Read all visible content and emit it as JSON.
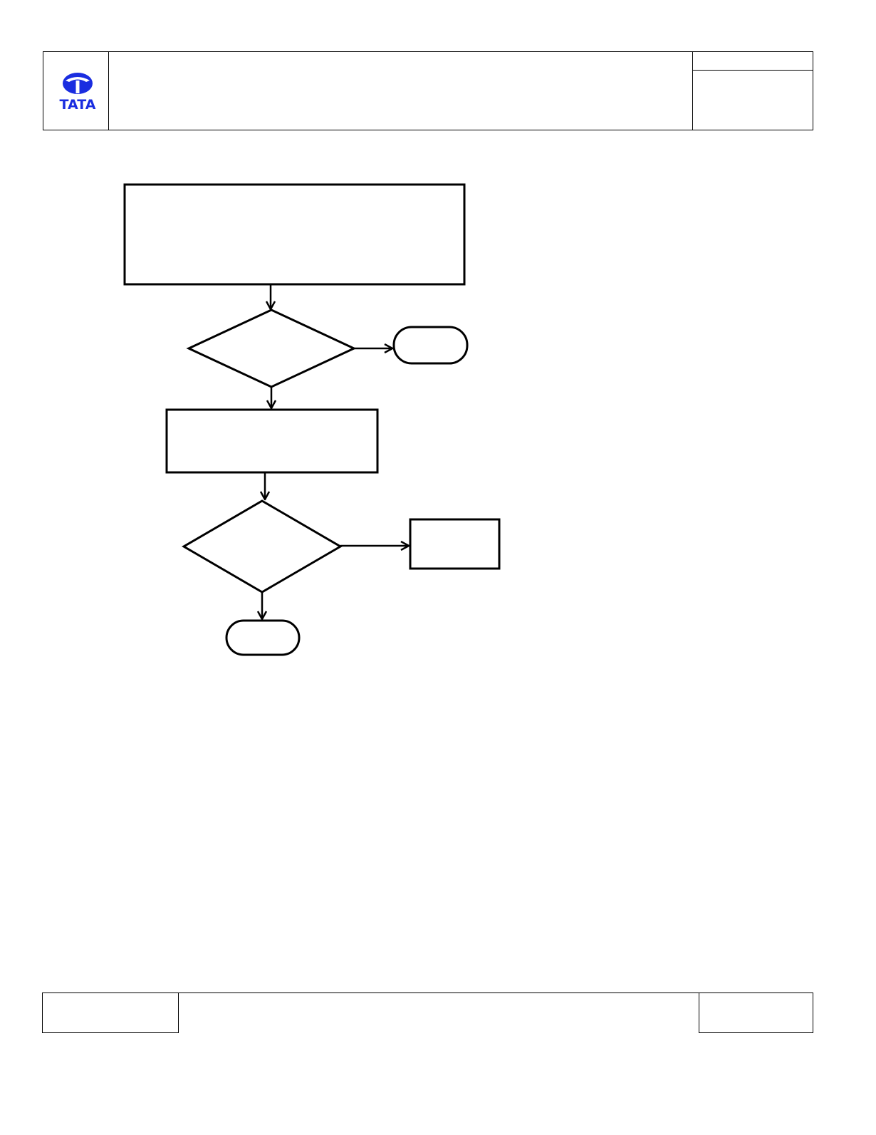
{
  "header": {
    "logo": {
      "icon": "tata-logo-icon",
      "text": "TATA",
      "color": "#1a2de0"
    },
    "title": "",
    "ref_top": "",
    "ref_bottom": ""
  },
  "flowchart": {
    "line_color": "#000000",
    "nodes": [
      {
        "id": "process-1",
        "shape": "rectangle",
        "label": ""
      },
      {
        "id": "decision-1",
        "shape": "diamond",
        "label": ""
      },
      {
        "id": "terminal-1",
        "shape": "rounded",
        "label": ""
      },
      {
        "id": "process-2",
        "shape": "rectangle",
        "label": ""
      },
      {
        "id": "decision-2",
        "shape": "diamond",
        "label": ""
      },
      {
        "id": "process-3",
        "shape": "rectangle",
        "label": ""
      },
      {
        "id": "terminal-2",
        "shape": "rounded",
        "label": ""
      }
    ],
    "edges": [
      {
        "from": "process-1",
        "to": "decision-1",
        "label": ""
      },
      {
        "from": "decision-1",
        "to": "terminal-1",
        "label": ""
      },
      {
        "from": "decision-1",
        "to": "process-2",
        "label": ""
      },
      {
        "from": "process-2",
        "to": "decision-2",
        "label": ""
      },
      {
        "from": "decision-2",
        "to": "process-3",
        "label": ""
      },
      {
        "from": "decision-2",
        "to": "terminal-2",
        "label": ""
      }
    ]
  },
  "footer": {
    "left": "",
    "center": "",
    "right": ""
  }
}
